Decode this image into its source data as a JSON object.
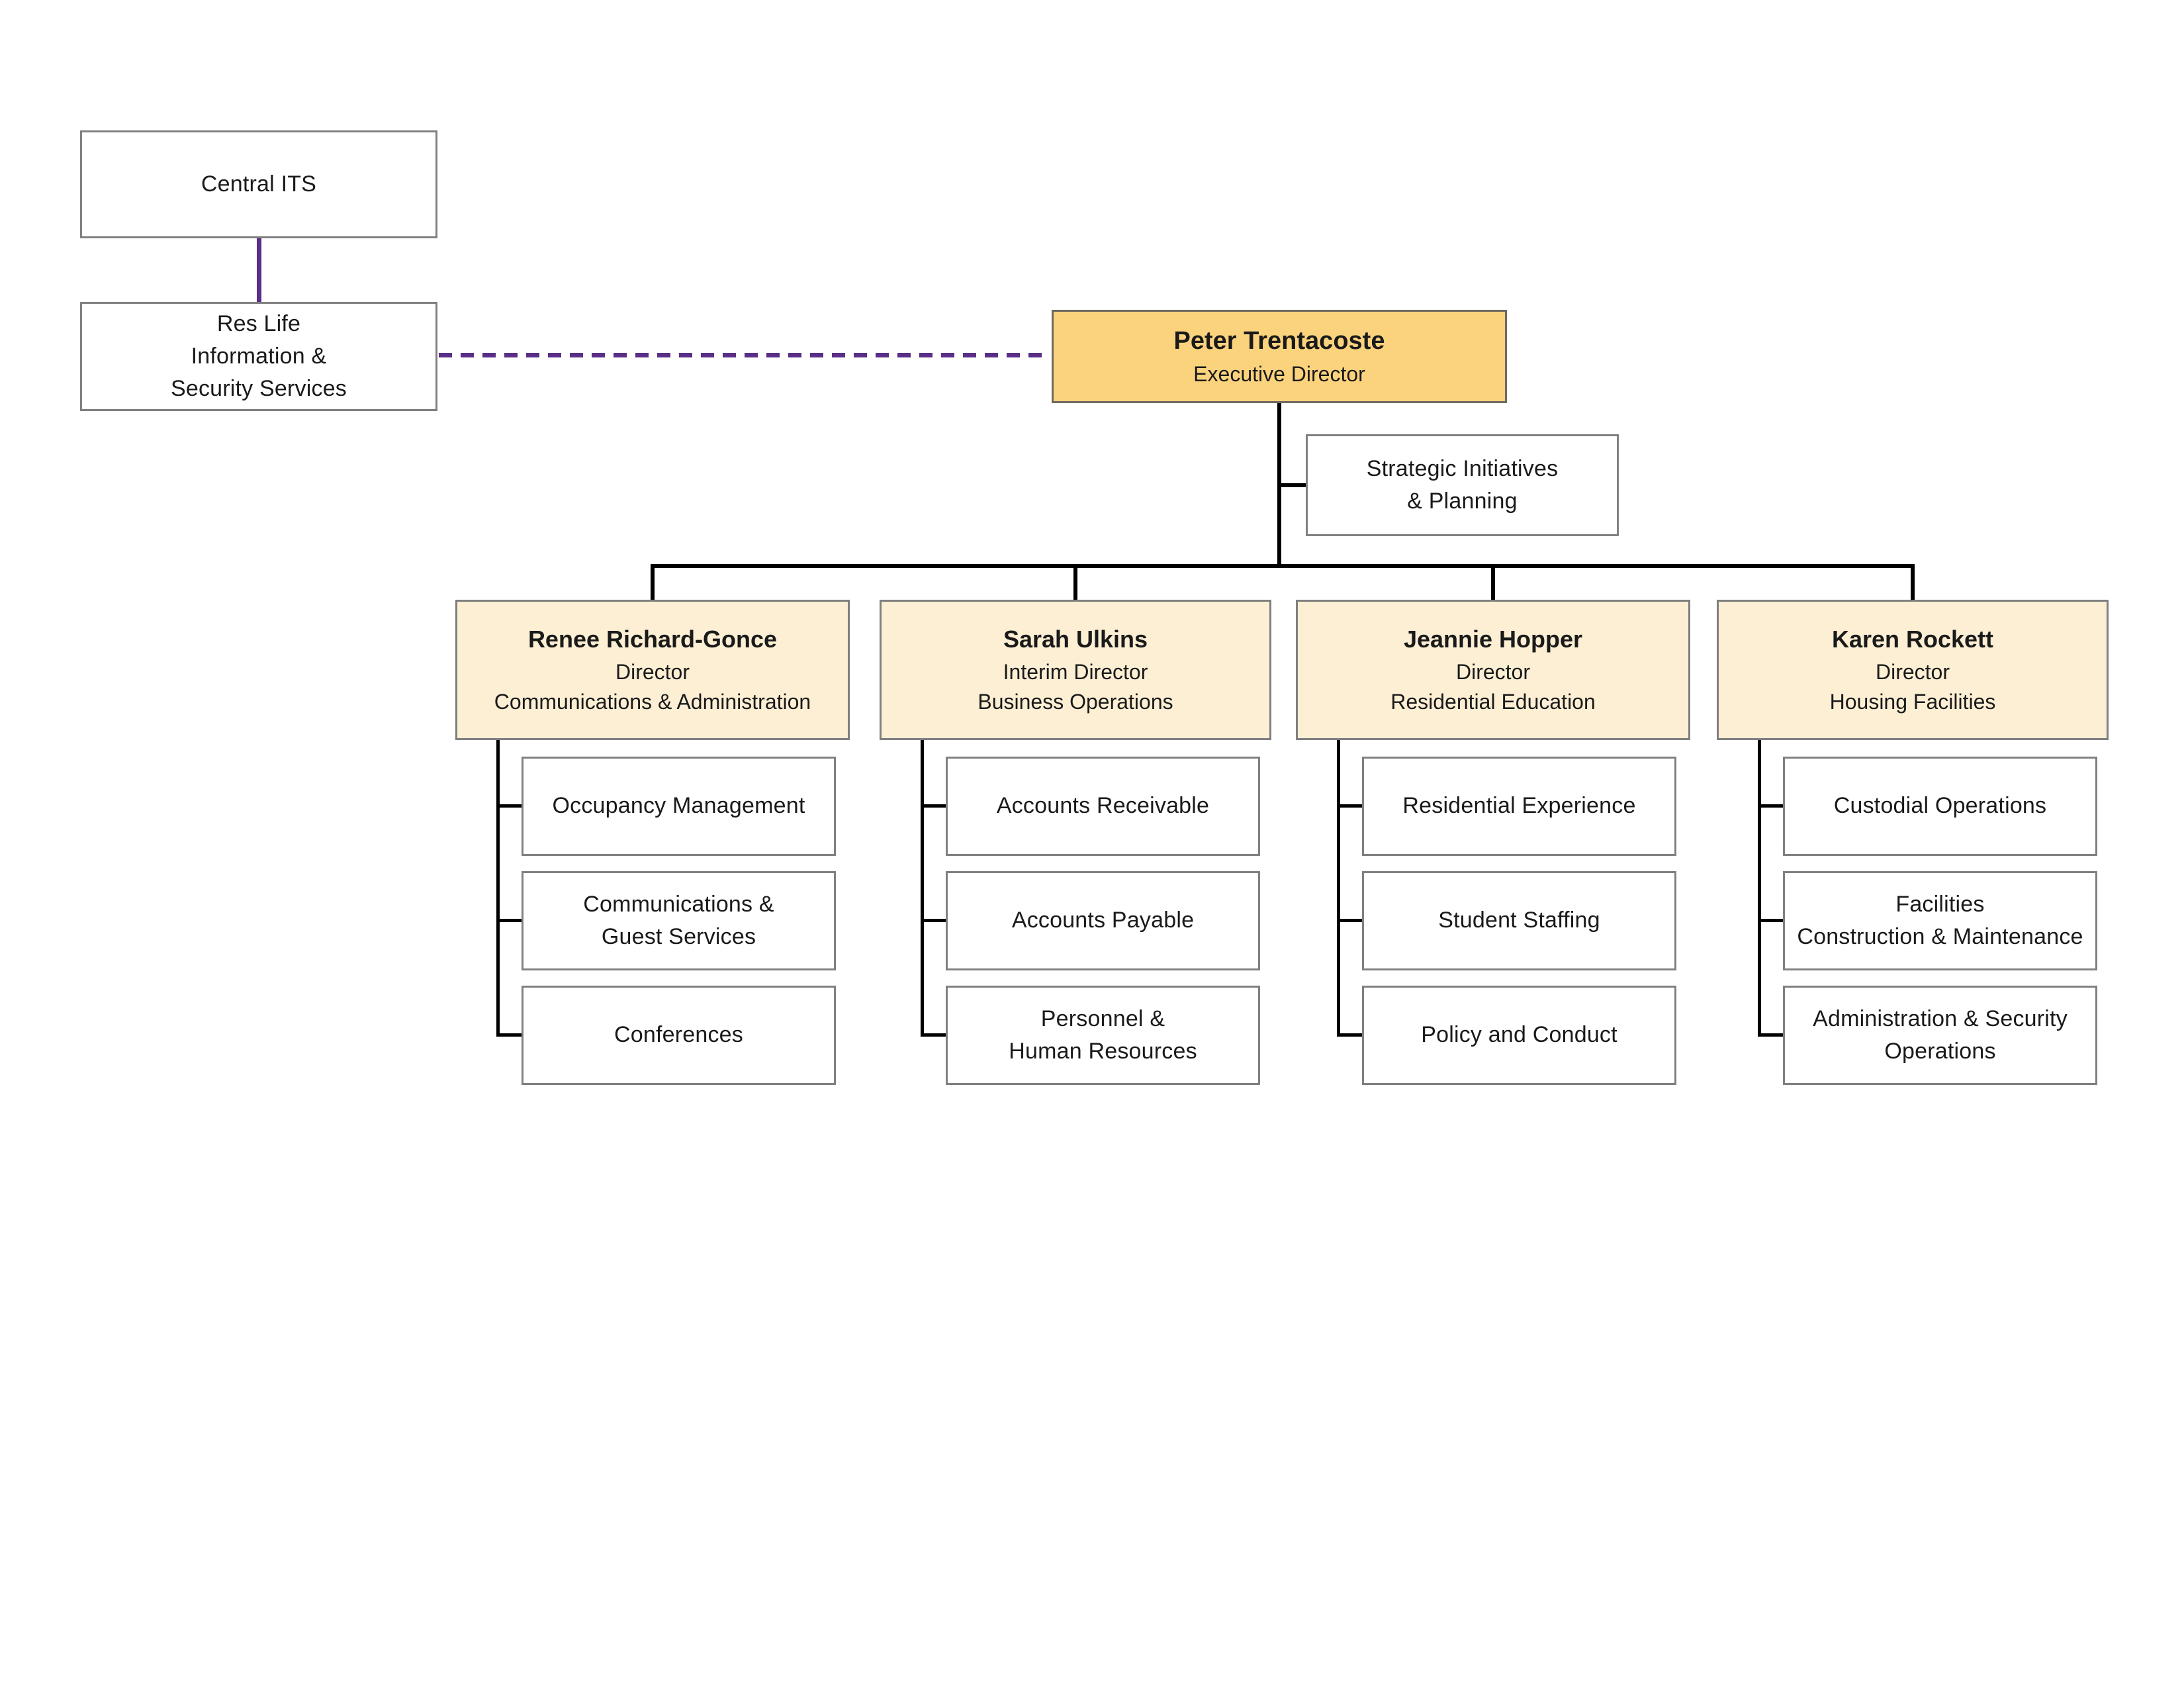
{
  "org_chart": {
    "colors": {
      "executive_fill": "#FCD37D",
      "director_fill": "#FCEFD4",
      "external_link_purple": "#5A2D87",
      "connector_black": "#000000",
      "box_border_gray": "#808080"
    },
    "external": {
      "central_its": {
        "label": "Central ITS"
      },
      "res_life": {
        "label": "Res Life\nInformation &\nSecurity Services"
      }
    },
    "executive": {
      "name": "Peter Trentacoste",
      "title": "Executive Director"
    },
    "staff": {
      "strategic": {
        "label": "Strategic Initiatives\n& Planning"
      }
    },
    "directors": [
      {
        "name": "Renee Richard-Gonce",
        "title": "Director",
        "dept": "Communications & Administration",
        "units": [
          "Occupancy Management",
          "Communications &\nGuest Services",
          "Conferences"
        ]
      },
      {
        "name": "Sarah Ulkins",
        "title": "Interim Director",
        "dept": "Business Operations",
        "units": [
          "Accounts Receivable",
          "Accounts Payable",
          "Personnel &\nHuman Resources"
        ]
      },
      {
        "name": "Jeannie Hopper",
        "title": "Director",
        "dept": "Residential Education",
        "units": [
          "Residential Experience",
          "Student Staffing",
          "Policy and Conduct"
        ]
      },
      {
        "name": "Karen Rockett",
        "title": "Director",
        "dept": "Housing Facilities",
        "units": [
          "Custodial Operations",
          "Facilities\nConstruction & Maintenance",
          "Administration & Security\nOperations"
        ]
      }
    ]
  }
}
